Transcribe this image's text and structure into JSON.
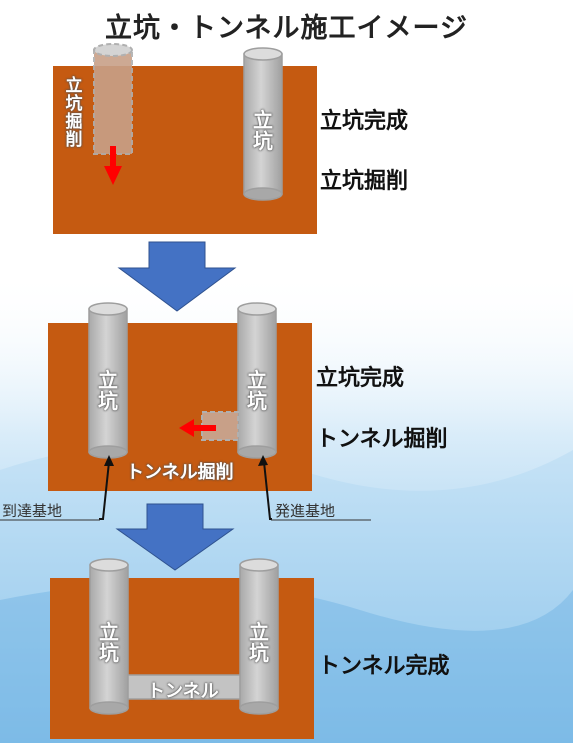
{
  "title": "立坑・トンネル施工イメージ",
  "panel1": {
    "shaft_left_text": "立坑掘削",
    "shaft_right_text": "立坑",
    "label_top": "立坑完成",
    "label_bottom": "立坑掘削"
  },
  "panel2": {
    "shaft_left_text": "立坑",
    "shaft_right_text": "立坑",
    "tunnel_text": "トンネル掘削",
    "label_top": "立坑完成",
    "label_bottom": "トンネル掘削",
    "arrival_base": "到達基地",
    "launch_base": "発進基地"
  },
  "panel3": {
    "shaft_left_text": "立坑",
    "shaft_right_text": "立坑",
    "tunnel_text": "トンネル",
    "label": "トンネル完成"
  },
  "colors": {
    "ground": "#C55A11",
    "shaft": "#C3C3C3",
    "shaft_outline": "#9E9E9E",
    "arrow_blue": "#4472C4",
    "arrow_red": "#FF0000"
  }
}
